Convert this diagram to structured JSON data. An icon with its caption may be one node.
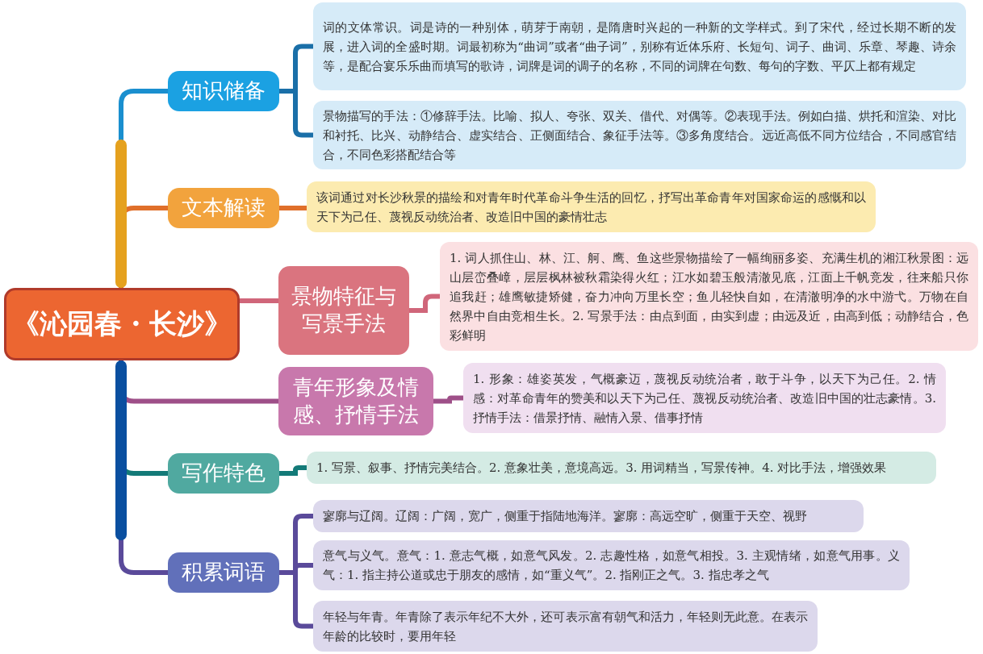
{
  "diagram": {
    "nodes": [
      {
        "text": [
          "《沁园春・长沙》"
        ]
      },
      {
        "text": [
          "知识储备"
        ]
      },
      {
        "text": [
          "词的文体常识。词是诗的一种别体，萌芽于南朝，是隋唐时兴起的一种新的文学样式。到了宋代，经过长期不断的发展，进入词的全盛时期。词最初称为“曲词”或者“曲子词”，别称有近体乐府、长短句、词子、曲词、乐章、琴趣、诗余等，是配合宴乐乐曲而填写的歌诗，词牌是词的调子的名称，不同的词牌在句数、每句的字数、平仄上都有规定"
        ]
      },
      {
        "text": [
          "景物描写的手法：①修辞手法。比喻、拟人、夸张、双关、借代、对偶等。②表现手法。例如白描、烘托和渲染、对比和衬托、比兴、动静结合、虚实结合、正侧面结合、象征手法等。③多角度结合。远近高低不同方位结合，不同感官结合，不同色彩搭配结合等"
        ]
      },
      {
        "text": [
          "文本解读"
        ]
      },
      {
        "text": [
          "该词通过对长沙秋景的描绘和对青年时代革命斗争生活的回忆，抒写出革命青年对国家命运的感慨和以天下为己任、蔑视反动统治者、改造旧中国的豪情壮志"
        ]
      },
      {
        "text": [
          "景物特征与写景手法"
        ]
      },
      {
        "text": [
          "1. 词人抓住山、林、江、舸、鹰、鱼这些景物描绘了一幅绚丽多姿、充满生机的湘江秋景图：远山层峦叠嶂，层层枫林被秋霜染得火红；江水如碧玉般清澈见底，江面上千帆竞发，往来船只你追我赶；雄鹰敏捷矫健，奋力冲向万里长空；鱼儿轻快自如，在清澈明净的水中游弋。万物在自然界中自由竞相生长。2. 写景手法：由点到面，由实到虚；由远及近，由高到低；动静结合，色彩鲜明"
        ]
      },
      {
        "text": [
          "青年形象及情感、抒情手法"
        ]
      },
      {
        "text": [
          "1. 形象：雄姿英发，气概豪迈，蔑视反动统治者，敢于斗争，以天下为己任。2. 情感：对革命青年的赞美和以天下为己任、蔑视反动统治者、改造旧中国的壮志豪情。3. 抒情手法：借景抒情、融情入景、借事抒情"
        ]
      },
      {
        "text": [
          "写作特色"
        ]
      },
      {
        "text": [
          "1. 写景、叙事、抒情完美结合。2. 意象壮美，意境高远。3. 用词精当，写景传神。4. 对比手法，增强效果"
        ]
      },
      {
        "text": [
          "积累词语"
        ]
      },
      {
        "text": [
          "寥廓与辽阔。辽阔：广阔，宽广，侧重于指陆地海洋。寥廓：高远空旷，侧重于天空、视野"
        ]
      },
      {
        "text": [
          "意气与义气。意气：1. 意志气概，如意气风发。2. 志趣性格，如意气相投。3. 主观情绪，如意气用事。义气：1. 指主持公道或忠于朋友的感情，如“重义气”。2. 指刚正之气。3. 指忠孝之气"
        ]
      },
      {
        "text": [
          "年轻与年青。年青除了表示年纪不大外，还可表示富有朝气和活力，年轻则无此意。在表示年龄的比较时，要用年轻"
        ]
      }
    ],
    "edges": [
      {
        "from": 0,
        "to": 1,
        "arrow": "none",
        "color": "#1a8fcf"
      },
      {
        "from": 0,
        "to": 4,
        "arrow": "none",
        "color": "#e06f2a"
      },
      {
        "from": 0,
        "to": 6,
        "arrow": "none",
        "color": "#d0667a"
      },
      {
        "from": 0,
        "to": 8,
        "arrow": "none",
        "color": "#9e4f88"
      },
      {
        "from": 0,
        "to": 10,
        "arrow": "none",
        "color": "#137a78"
      },
      {
        "from": 0,
        "to": 12,
        "arrow": "none",
        "color": "#5a4a9a"
      },
      {
        "from": 1,
        "to": 2,
        "arrow": "none",
        "color": "#1a6fa8"
      },
      {
        "from": 1,
        "to": 3,
        "arrow": "none",
        "color": "#1a6fa8"
      },
      {
        "from": 4,
        "to": 5,
        "arrow": "none",
        "color": "#e06f2a"
      },
      {
        "from": 6,
        "to": 7,
        "arrow": "none",
        "color": "#d0667a"
      },
      {
        "from": 8,
        "to": 9,
        "arrow": "none",
        "color": "#9e4f88"
      },
      {
        "from": 10,
        "to": 11,
        "arrow": "none",
        "color": "#137a78"
      },
      {
        "from": 12,
        "to": 13,
        "arrow": "none",
        "color": "#5a4a9a"
      },
      {
        "from": 12,
        "to": 14,
        "arrow": "none",
        "color": "#5a4a9a"
      },
      {
        "from": 12,
        "to": 15,
        "arrow": "none",
        "color": "#5a4a9a"
      }
    ]
  }
}
